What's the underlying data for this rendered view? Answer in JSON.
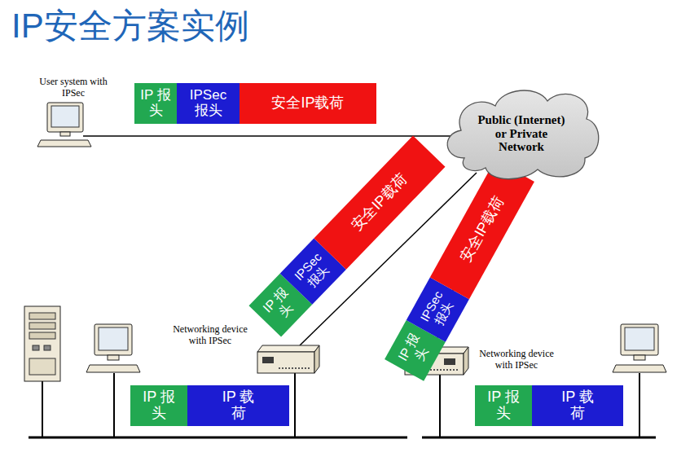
{
  "diagram": {
    "title": "IP安全方案实例",
    "nodes": [
      {
        "text": [
          "IP 报头"
        ]
      },
      {
        "text": [
          "IPSec 报头"
        ]
      },
      {
        "text": [
          "安全IP载荷"
        ]
      },
      {
        "text": [
          "Public (Internet) or Private Network"
        ]
      },
      {
        "text": [
          "IP 报头"
        ]
      },
      {
        "text": [
          "IPSec 报头"
        ]
      },
      {
        "text": [
          "安全IP载荷"
        ]
      },
      {
        "text": [
          "IP 报头"
        ]
      },
      {
        "text": [
          "IPSec 报头"
        ]
      },
      {
        "text": [
          "安全IP载荷"
        ]
      },
      {
        "text": [
          "IP 报头"
        ]
      },
      {
        "text": [
          "IP 载荷"
        ]
      },
      {
        "text": [
          "IP 报头"
        ]
      },
      {
        "text": [
          "IP 载荷"
        ]
      }
    ],
    "labels": [
      "User system with IPSec",
      "Networking device with IPSec",
      "Networking device with IPSec"
    ]
  }
}
